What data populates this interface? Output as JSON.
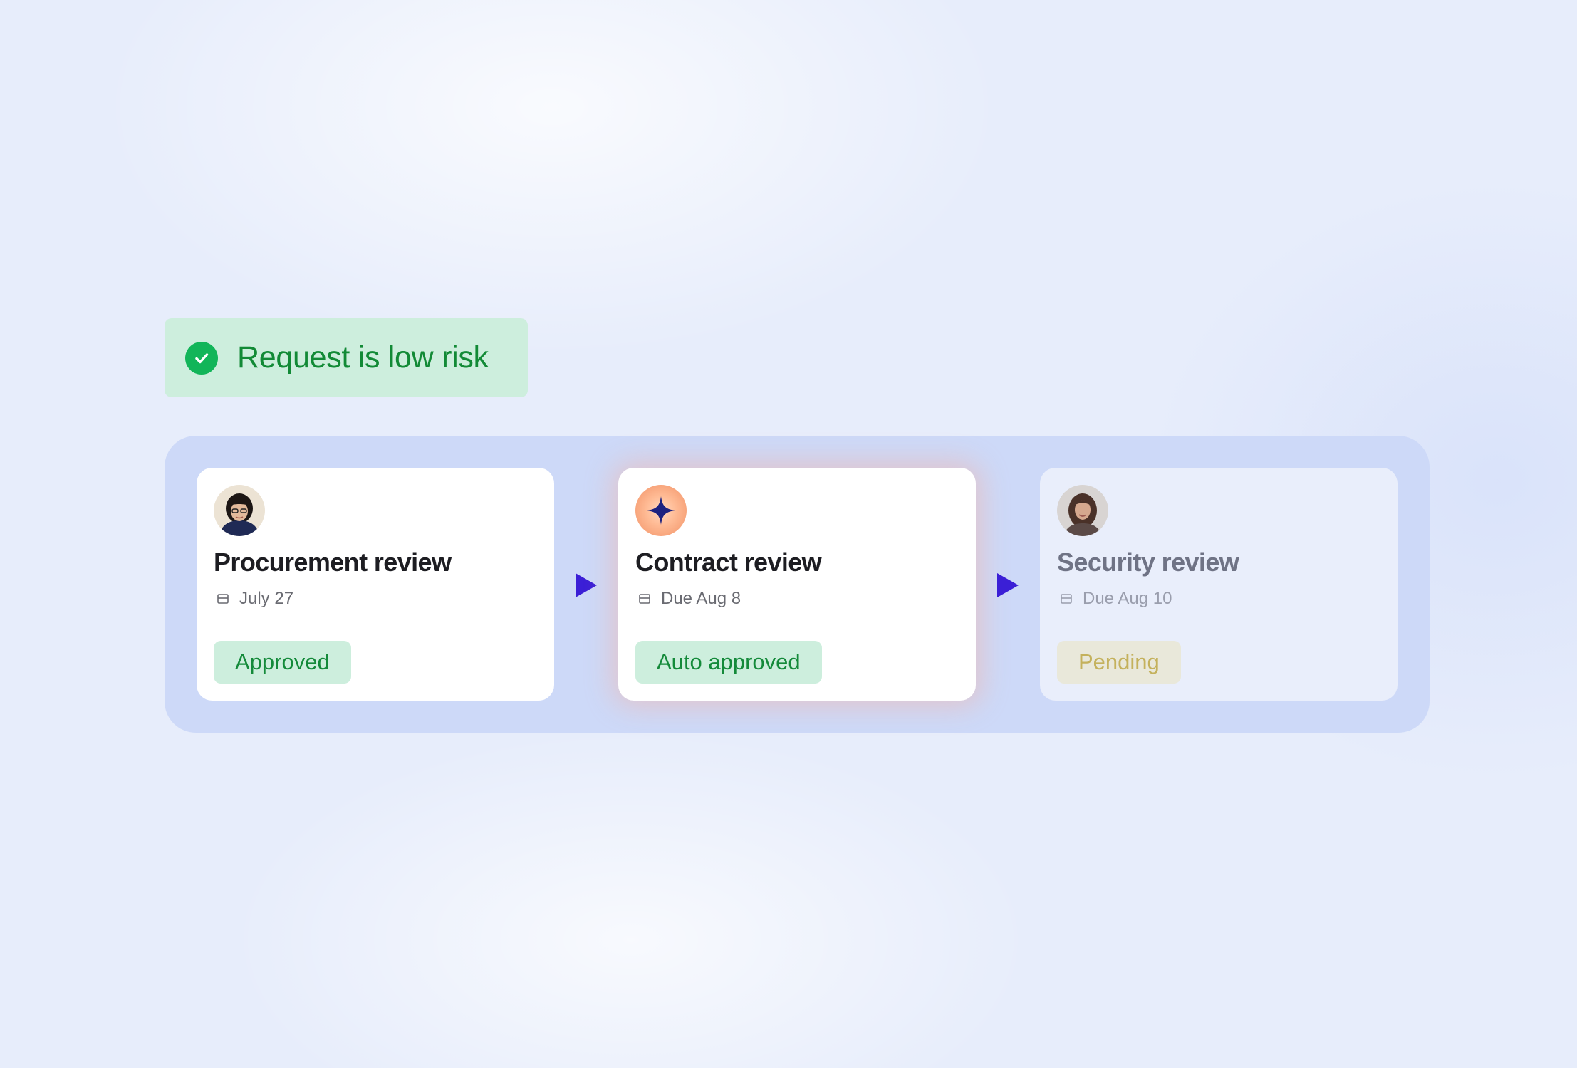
{
  "risk_banner": {
    "text": "Request is low risk",
    "icon": "check-circle-icon",
    "color": "#12b559"
  },
  "workflow": {
    "steps": [
      {
        "title": "Procurement review",
        "date": "July 27",
        "status": "Approved",
        "avatar": "reviewer-avatar",
        "state": "completed"
      },
      {
        "title": "Contract review",
        "date": "Due Aug 8",
        "status": "Auto approved",
        "avatar": "sparkle-ai-icon",
        "state": "active"
      },
      {
        "title": "Security review",
        "date": "Due Aug 10",
        "status": "Pending",
        "avatar": "reviewer-avatar",
        "state": "upcoming"
      }
    ],
    "connector_icon": "play-arrow-icon",
    "accent_color": "#3b1fd6"
  }
}
